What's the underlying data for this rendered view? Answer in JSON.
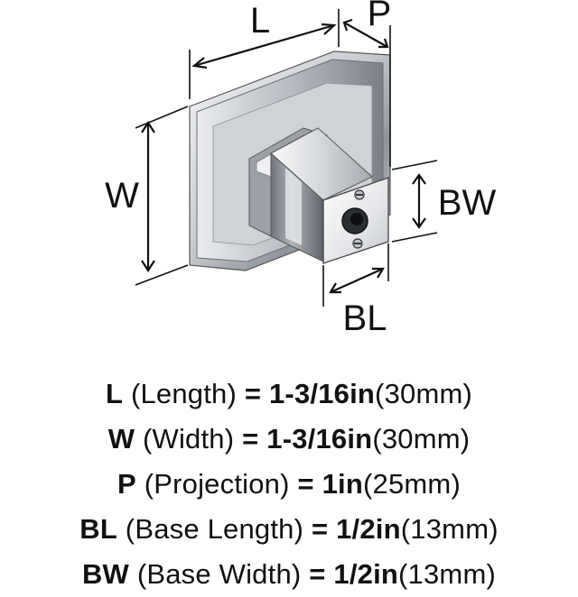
{
  "figure": {
    "labels": {
      "L": "L",
      "P": "P",
      "W": "W",
      "BW": "BW",
      "BL": "BL"
    }
  },
  "specs": [
    {
      "abbr": "L",
      "word": "(Length)",
      "eq": "=",
      "imperial": "1-3/16in",
      "metric": "(30mm)"
    },
    {
      "abbr": "W",
      "word": "(Width)",
      "eq": "=",
      "imperial": "1-3/16in",
      "metric": "(30mm)"
    },
    {
      "abbr": "P",
      "word": "(Projection)",
      "eq": "=",
      "imperial": "1in",
      "metric": "(25mm)"
    },
    {
      "abbr": "BL",
      "word": "(Base Length)",
      "eq": "=",
      "imperial": "1/2in",
      "metric": "(13mm)"
    },
    {
      "abbr": "BW",
      "word": "(Base Width)",
      "eq": "=",
      "imperial": "1/2in",
      "metric": "(13mm)"
    }
  ]
}
